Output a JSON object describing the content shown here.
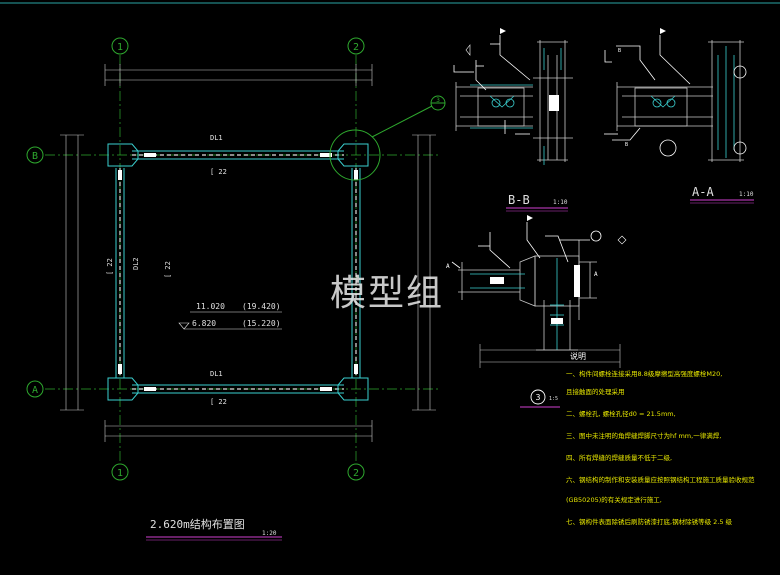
{
  "watermark": "模型组",
  "plan": {
    "title": "2.620m结构布置图",
    "scale": "1:20",
    "axis_top_left": "1",
    "axis_top_right": "2",
    "axis_bottom_left": "1",
    "axis_bottom_right": "2",
    "axis_left_top": "B",
    "axis_left_bottom": "A",
    "beam_top": "DL1",
    "beam_bottom": "DL1",
    "beam_left": "DL2",
    "channel_top": "[ 22",
    "channel_bottom": "[ 22",
    "channel_left": "[ 22",
    "channel_inner": "[ 22",
    "elev1": "11.020",
    "elev1b": "(19.420)",
    "elev2": "6.820",
    "elev2b": "(15.220)",
    "detail_callout": "3"
  },
  "section_bb": {
    "title": "B-B",
    "scale": "1:10"
  },
  "section_aa": {
    "title": "A-A",
    "scale": "1:10"
  },
  "detail3": {
    "number": "3",
    "scale": "1:5"
  },
  "notes": {
    "title": "说明",
    "lines": [
      "一、构件间螺栓连接采用8.8级摩擦型高强度螺栓M20,",
      "    且接触面的处理采用",
      "二、螺栓孔, 螺栓孔径d0 = 21.5mm,",
      "三、图中未注明的角焊缝焊脚尺寸为hf mm,一律满焊,",
      "四、所有焊缝的焊缝质量不低于二级,",
      "六、钢结构的制作和安装质量应按照钢结构工程施工质量验收规范",
      "    (GB50205)的有关规定进行施工,",
      "七、钢构件表面除锈后刷防锈漆打底,钢材除锈等级 2.5 级"
    ]
  }
}
